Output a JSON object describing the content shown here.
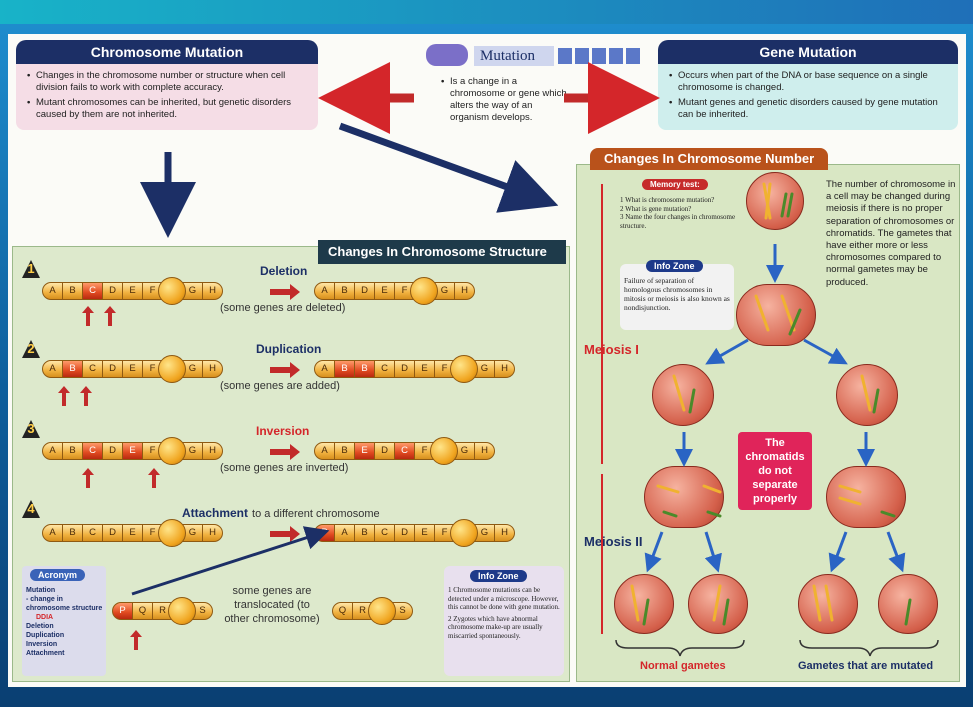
{
  "chromosome_mutation": {
    "title": "Chromosome Mutation",
    "bullets": [
      "Changes in the chromosome number or structure when cell division fails to work with complete accuracy.",
      "Mutant chromosomes can be inherited, but genetic disorders caused by them are not inherited."
    ]
  },
  "mutation": {
    "title": "Mutation",
    "bullet": "Is a change in a chromosome or gene which alters the way of an organism develops."
  },
  "gene_mutation": {
    "title": "Gene Mutation",
    "bullets": [
      "Occurs when part of the DNA or base sequence on a single chromosome is changed.",
      "Mutant genes and genetic disorders caused by gene mutation can be inherited."
    ]
  },
  "structure": {
    "title": "Changes In Chromosome Structure",
    "items": [
      {
        "num": "1",
        "heading": "Deletion",
        "note": "(some genes are deleted)",
        "before": [
          "A",
          "B",
          "C",
          "D",
          "E",
          "F",
          "G",
          "H"
        ],
        "before_red": [
          2
        ],
        "before_centro_after": 5,
        "after": [
          "A",
          "B",
          "D",
          "E",
          "F",
          "G",
          "H"
        ],
        "after_red": [],
        "after_centro_after": 4
      },
      {
        "num": "2",
        "heading": "Duplication",
        "note": "(some genes are added)",
        "before": [
          "A",
          "B",
          "C",
          "D",
          "E",
          "F",
          "G",
          "H"
        ],
        "before_red": [
          1
        ],
        "before_centro_after": 5,
        "after": [
          "A",
          "B",
          "B",
          "C",
          "D",
          "E",
          "F",
          "G",
          "H"
        ],
        "after_red": [
          1,
          2
        ],
        "after_centro_after": 6
      },
      {
        "num": "3",
        "heading": "Inversion",
        "note": "(some genes are inverted)",
        "before": [
          "A",
          "B",
          "C",
          "D",
          "E",
          "F",
          "G",
          "H"
        ],
        "before_red": [
          2,
          4
        ],
        "before_centro_after": 5,
        "after": [
          "A",
          "B",
          "E",
          "D",
          "C",
          "F",
          "G",
          "H"
        ],
        "after_red": [
          2,
          4
        ],
        "after_centro_after": 5
      },
      {
        "num": "4",
        "heading": "Attachment",
        "heading_suffix": "to a different chromosome",
        "before": [
          "A",
          "B",
          "C",
          "D",
          "E",
          "F",
          "G",
          "H"
        ],
        "before_red": [],
        "before_centro_after": 5,
        "after": [
          "P",
          "A",
          "B",
          "C",
          "D",
          "E",
          "F",
          "G",
          "H"
        ],
        "after_red": [
          0
        ],
        "after_centro_after": 6
      }
    ],
    "translocation": {
      "note": "some genes are translocated (to other chromosome)",
      "donor": [
        "P",
        "Q",
        "R",
        "S"
      ],
      "donor_red": [
        0
      ],
      "donor_centro_after": 2,
      "remaining": [
        "Q",
        "R",
        "S"
      ],
      "remaining_centro_after": 1
    },
    "acronym": {
      "tag": "Acronym",
      "lines": [
        "Mutation",
        "- change in chromosome structure",
        "DDIA",
        "Deletion",
        "Duplication",
        "Inversion",
        "Attachment"
      ]
    },
    "info_zone": {
      "tag": "Info Zone",
      "items": [
        "Chromosome mutations can be detected under a microscope. However, this cannot be done with gene mutation.",
        "Zygotes which have abnormal chromosome make-up are usually miscarried spontaneously."
      ]
    }
  },
  "number": {
    "title": "Changes In Chromosome Number",
    "memory": {
      "tag": "Memory test:",
      "items": [
        "What is chromosome mutation?",
        "What is gene mutation?",
        "Name the four changes in chromosome structure."
      ]
    },
    "info_zone": {
      "tag": "Info Zone",
      "text": "Failure of separation of homologous chromosomes in mitosis or meiosis is also known as nondisjunction."
    },
    "description": "The number of chromosome in a cell may be changed during meiosis if there is no proper separation of chromosomes or chromatids. The gametes that have either more or less chromosomes compared to normal gametes may be produced.",
    "meiosis1": "Meiosis I",
    "meiosis2": "Meiosis II",
    "chromatid_note": "The chromatids do not separate properly",
    "normal_gametes": "Normal gametes",
    "mutated_gametes": "Gametes that are mutated"
  },
  "colors": {
    "navy": "#1c2f66",
    "red": "#d4262a",
    "gene": "#f1b240",
    "cell": "#d45f4a"
  }
}
